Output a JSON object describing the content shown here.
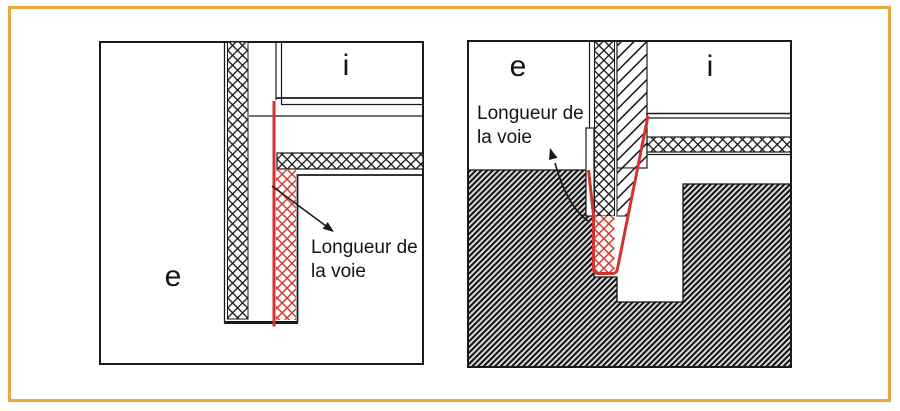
{
  "frame": {
    "border_color": "#e9a93e"
  },
  "colors": {
    "line": "#1a1a1a",
    "path_red": "#d4332c"
  },
  "diagram_left": {
    "label_exterior": "e",
    "label_interior": "i",
    "caption_line1": "Longueur de",
    "caption_line2": "la voie"
  },
  "diagram_right": {
    "label_exterior": "e",
    "label_interior": "i",
    "caption_line1": "Longueur de",
    "caption_line2": "la voie"
  }
}
